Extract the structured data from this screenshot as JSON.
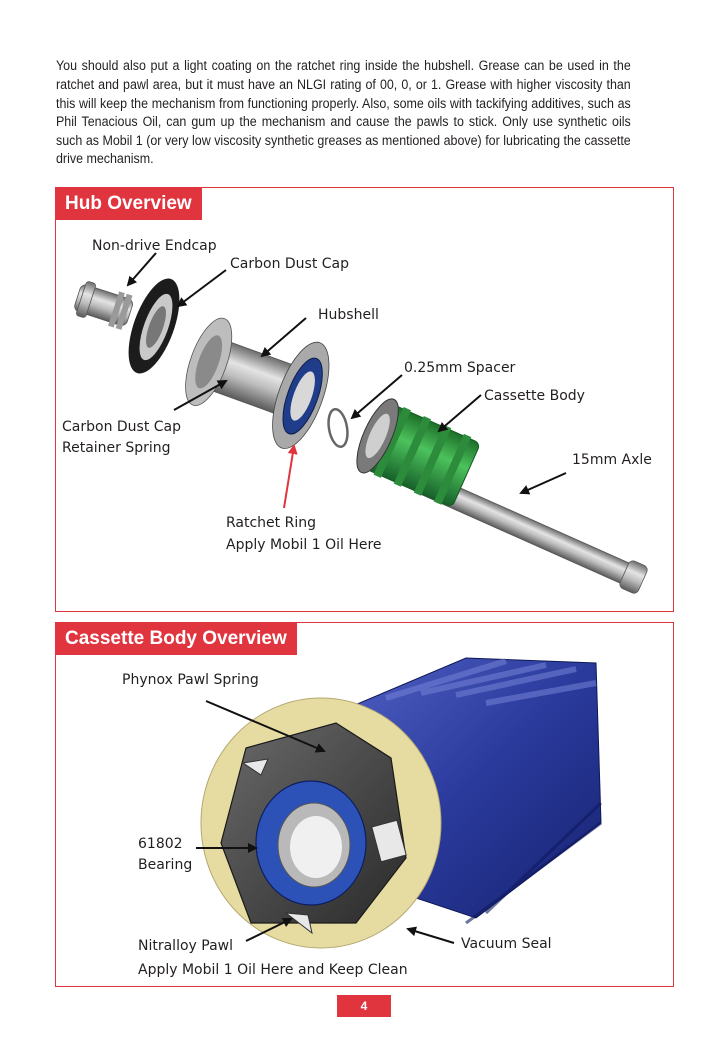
{
  "intro_text": "You should also put a light coating on the ratchet ring inside the hubshell.  Grease can be used in the ratchet and pawl area, but it must have an NLGI rating of 00, 0, or 1. Grease with higher viscosity than this will keep the mechanism from functioning properly.  Also, some oils with tackifying additives, such as Phil Tenacious Oil, can gum up the mechanism and cause the pawls to stick.  Only use synthetic oils such as Mobil 1 (or very low viscosity synthetic greases as mentioned above) for lubricating the cassette drive mechanism.",
  "hub_overview": {
    "title": "Hub Overview",
    "labels": {
      "non_drive_endcap": "Non-drive Endcap",
      "carbon_dust_cap": "Carbon Dust Cap",
      "hubshell": "Hubshell",
      "spacer": "0.25mm Spacer",
      "cassette_body": "Cassette Body",
      "retainer_line1": "Carbon Dust Cap",
      "retainer_line2": "Retainer Spring",
      "axle": "15mm Axle",
      "ratchet_line1": "Ratchet Ring",
      "ratchet_line2": "Apply Mobil 1 Oil Here"
    },
    "colors": {
      "cassette_body": "#2e9a3e",
      "arrow_highlight": "#e0353f"
    }
  },
  "cassette_overview": {
    "title": "Cassette Body Overview",
    "labels": {
      "pawl_spring": "Phynox Pawl Spring",
      "bearing_line1": "61802",
      "bearing_line2": "Bearing",
      "pawl_line1": "Nitralloy Pawl",
      "pawl_line2": "Apply Mobil 1 Oil Here and Keep Clean",
      "vacuum_seal": "Vacuum Seal"
    },
    "colors": {
      "body": "#2f3f9e",
      "bearing": "#2c52b8",
      "seal": "#e6dca2"
    }
  },
  "page_number": "4",
  "accent_color": "#e0353f"
}
